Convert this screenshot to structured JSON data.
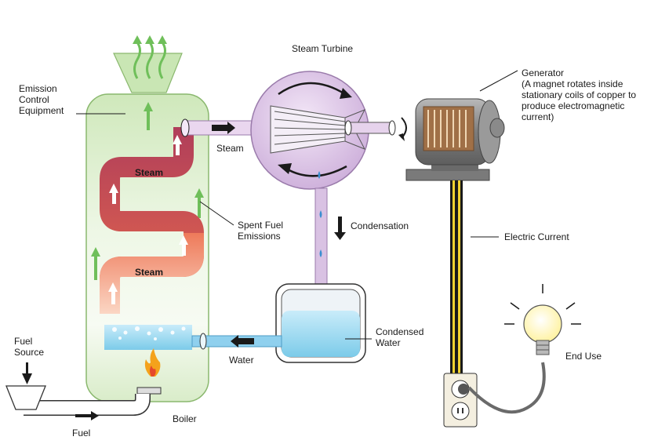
{
  "labels": {
    "emission_control": "Emission Control Equipment",
    "steam_turbine": "Steam Turbine",
    "generator_title": "Generator",
    "generator_note": "(A magnet rotates inside stationary coils of copper to produce electromagnetic current)",
    "steam_outlet": "Steam",
    "steam_upper": "Steam",
    "steam_lower": "Steam",
    "spent_fuel": "Spent Fuel Emissions",
    "condensation": "Condensation",
    "electric_current": "Electric Current",
    "condensed_water": "Condensed Water",
    "water": "Water",
    "fuel_source": "Fuel Source",
    "fuel": "Fuel",
    "boiler": "Boiler",
    "end_use": "End Use"
  },
  "colors": {
    "boiler_fill": "#d7ecc8",
    "boiler_stroke": "#8ab86e",
    "arrow_green": "#6fbf5a",
    "steam_pipe_dark": "#b84a5e",
    "steam_pipe_hot": "#e96b52",
    "turbine_fill": "#d9c2e3",
    "turbine_stroke": "#9a7bab",
    "water_blue": "#8fd0ee",
    "generator_grey": "#8c8c8c",
    "copper": "#b8875a",
    "wire_yellow": "#f2d230",
    "bulb_yellow": "#fff6a8"
  }
}
